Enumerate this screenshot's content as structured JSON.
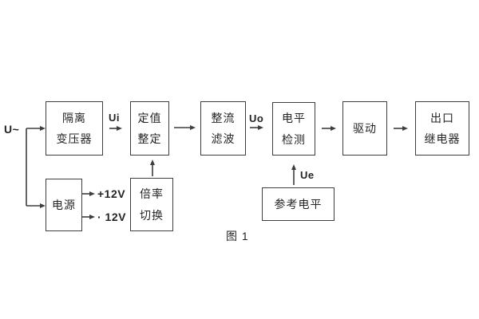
{
  "figure": {
    "caption": "图 1",
    "colors": {
      "line": "#3e3e3e",
      "text": "#242424",
      "background": "#ffffff"
    },
    "labels": {
      "input": "U~",
      "ui": "Ui",
      "uo": "Uo",
      "ue": "Ue",
      "plus_12v": "+12V",
      "minus_12v": "· 12V"
    },
    "blocks": {
      "transformer": {
        "line1": "隔离",
        "line2": "变压器"
      },
      "setting": {
        "line1": "定值",
        "line2": "整定"
      },
      "rectifier": {
        "line1": "整流",
        "line2": "滤波"
      },
      "level_detect": {
        "line1": "电平",
        "line2": "检测"
      },
      "drive": {
        "line1": "驱动"
      },
      "output_relay": {
        "line1": "出口",
        "line2": "继电器"
      },
      "power": {
        "line1": "电源"
      },
      "ratio_switch": {
        "line1": "倍率",
        "line2": "切换"
      },
      "reference": {
        "line1": "参考电平"
      }
    }
  }
}
